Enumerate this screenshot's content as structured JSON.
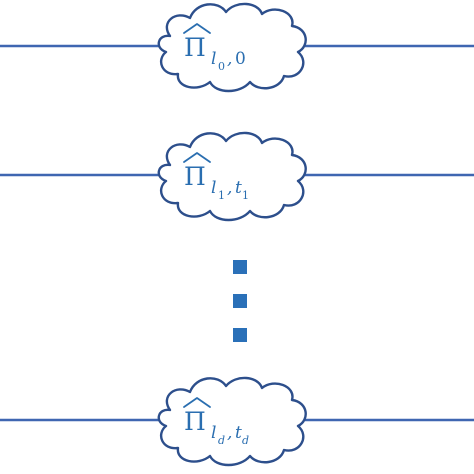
{
  "diagram": {
    "rows": [
      {
        "operator": "Π",
        "sub_l": "l",
        "sub_l_index": "0",
        "separator": ",",
        "sub_t": "0",
        "sub_t_index": ""
      },
      {
        "operator": "Π",
        "sub_l": "l",
        "sub_l_index": "1",
        "separator": ",",
        "sub_t": "t",
        "sub_t_index": "1"
      },
      {
        "operator": "Π",
        "sub_l": "l",
        "sub_l_index": "d",
        "separator": ",",
        "sub_t": "t",
        "sub_t_index": "d"
      }
    ],
    "ellipsis_dot_count": 3
  },
  "colors": {
    "wire": "#3f66b1",
    "cloud_outline": "#2d4f8c",
    "label": "#2a6eb0",
    "dots": "#2a70b8"
  }
}
